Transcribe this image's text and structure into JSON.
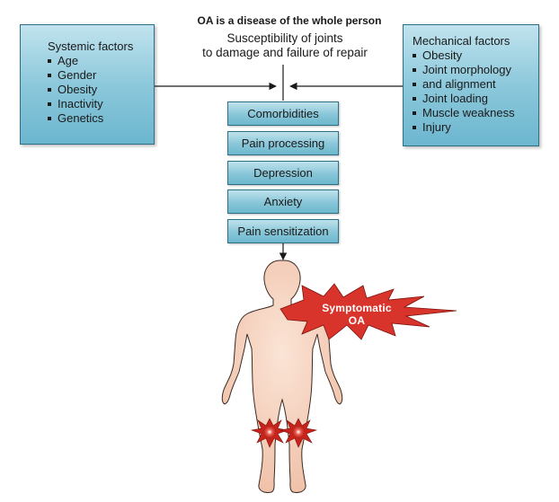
{
  "header": {
    "title": "OA is a disease of the whole person",
    "subtitle_line1": "Susceptibility of joints",
    "subtitle_line2": "to damage and failure of repair"
  },
  "systemic": {
    "title": "Systemic factors",
    "items": [
      "Age",
      "Gender",
      "Obesity",
      "Inactivity",
      "Genetics"
    ]
  },
  "mechanical": {
    "title": "Mechanical factors",
    "items": [
      "Obesity",
      "Joint morphology",
      "and alignment",
      "Joint loading",
      "Muscle weakness",
      "Injury"
    ]
  },
  "stack": [
    "Comorbidities",
    "Pain processing",
    "Depression",
    "Anxiety",
    "Pain sensitization"
  ],
  "burst": {
    "label": "Symptomatic OA"
  },
  "colors": {
    "box_fill": "#8cc8db",
    "box_border": "#2e6f86",
    "skin": "#f6d3c0",
    "burst_red": "#d9342b"
  }
}
